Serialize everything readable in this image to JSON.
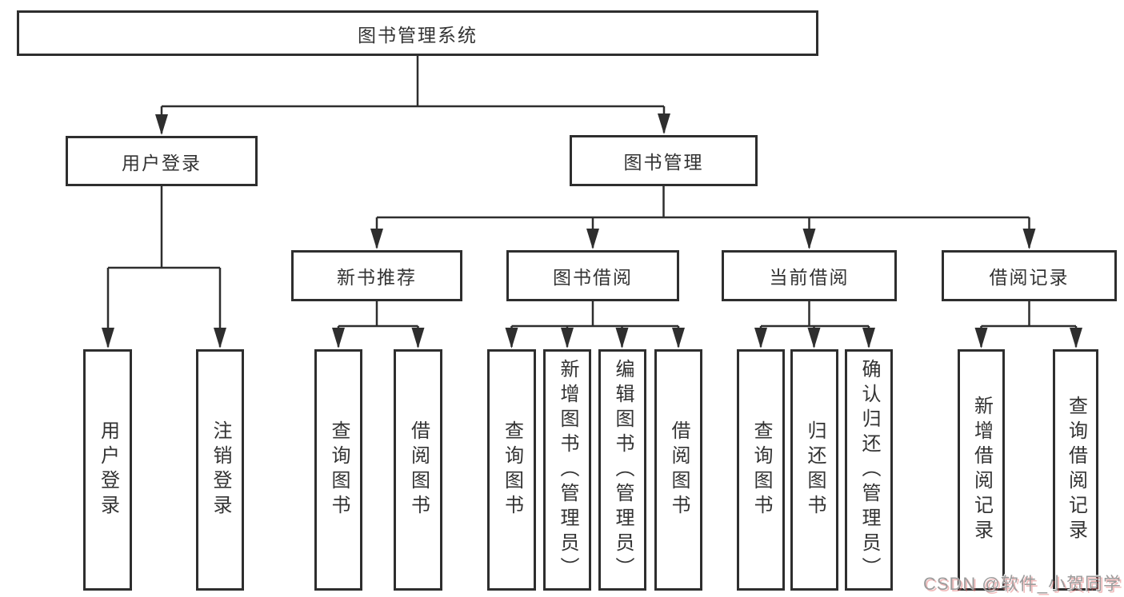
{
  "diagram": {
    "root": {
      "label": "图书管理系统"
    },
    "branches": [
      {
        "label": "用户登录"
      },
      {
        "label": "图书管理"
      }
    ],
    "modules": [
      {
        "label": "新书推荐"
      },
      {
        "label": "图书借阅"
      },
      {
        "label": "当前借阅"
      },
      {
        "label": "借阅记录"
      }
    ],
    "leaves": [
      {
        "label": "用户登录"
      },
      {
        "label": "注销登录"
      },
      {
        "label": "查询图书"
      },
      {
        "label": "借阅图书"
      },
      {
        "label": "查询图书"
      },
      {
        "label": "新增图书（管理员）"
      },
      {
        "label": "编辑图书（管理员）"
      },
      {
        "label": "借阅图书"
      },
      {
        "label": "查询图书"
      },
      {
        "label": "归还图书"
      },
      {
        "label": "确认归还（管理员）"
      },
      {
        "label": "新增借阅记录"
      },
      {
        "label": "查询借阅记录"
      }
    ]
  },
  "watermark": {
    "text": "CSDN @软件_小贺同学"
  },
  "colors": {
    "line": "#2e2e2e",
    "box_border": "#2e2e2e",
    "box_fill": "#ffffff",
    "text": "#333333",
    "watermark_gray": "#9c9c9c",
    "watermark_accent": "#dd6969"
  }
}
